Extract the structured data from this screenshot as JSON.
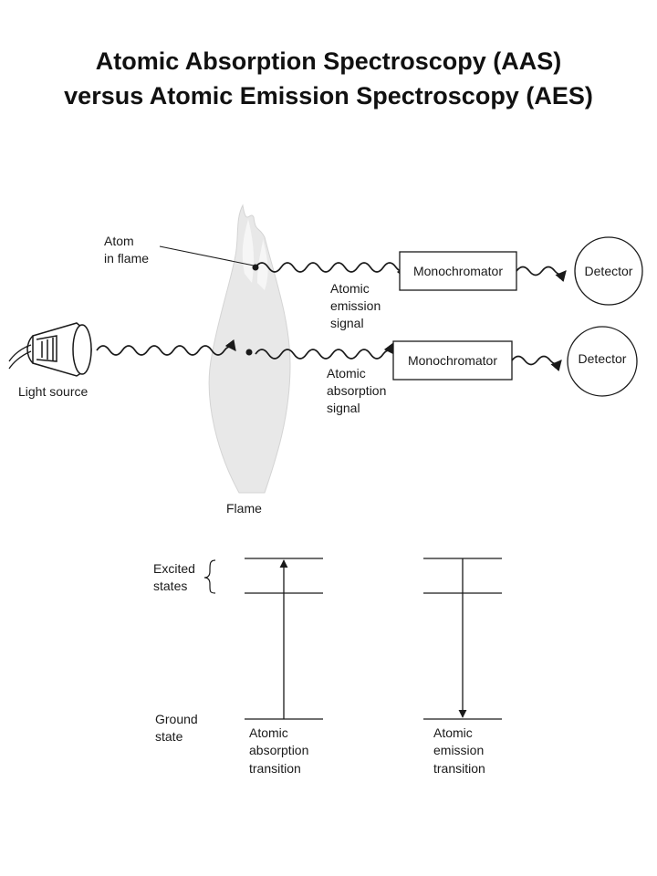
{
  "title": {
    "line1": "Atomic Absorption Spectroscopy (AAS)",
    "line2": "versus Atomic Emission Spectroscopy (AES)"
  },
  "diagram": {
    "atom_label": [
      "Atom",
      "in flame"
    ],
    "light_source_label": "Light source",
    "flame_label": "Flame",
    "monochromator_label": "Monochromator",
    "detector_label": "Detector",
    "emission_signal_label": [
      "Atomic",
      "emission",
      "signal"
    ],
    "absorption_signal_label": [
      "Atomic",
      "absorption",
      "signal"
    ]
  },
  "energy_levels": {
    "excited_states_label": [
      "Excited",
      "states"
    ],
    "ground_state_label": [
      "Ground",
      "state"
    ],
    "absorption_transition_label": [
      "Atomic",
      "absorption",
      "transition"
    ],
    "emission_transition_label": [
      "Atomic",
      "emission",
      "transition"
    ]
  },
  "colors": {
    "line": "#1a1a1a",
    "flame": "#e6e6e6"
  }
}
